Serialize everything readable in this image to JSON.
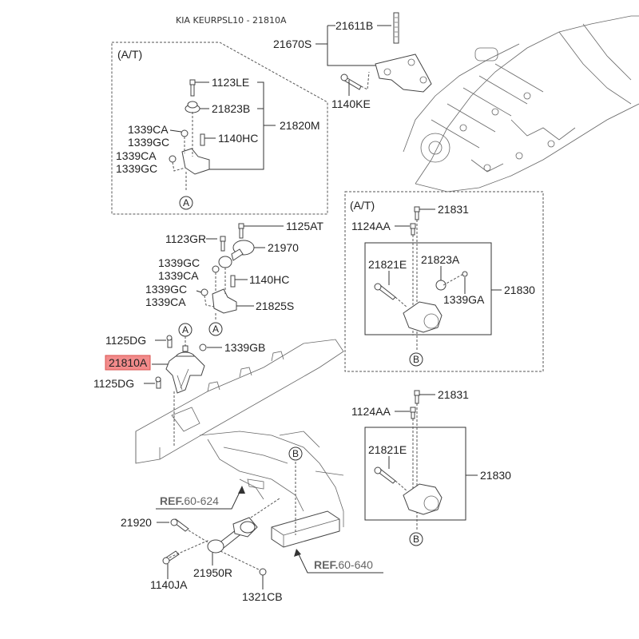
{
  "title": "KIA KEURPSL10 - 21810A",
  "highlighted_part": "21810A",
  "colors": {
    "highlight_fill": "#f28b8b",
    "highlight_stroke": "#d9534f",
    "line": "#333333",
    "ref_text": "#666666"
  },
  "boxes": {
    "at_top_left": {
      "label": "(A/T)"
    },
    "at_right": {
      "label": "(A/T)"
    }
  },
  "callouts": {
    "a": "A",
    "b": "B"
  },
  "labels": {
    "p21611B": "21611B",
    "p21670S": "21670S",
    "p1140KE": "1140KE",
    "p1123LE": "1123LE",
    "p21823B": "21823B",
    "p21820M": "21820M",
    "p1339CA_1": "1339CA",
    "p1339GC_1": "1339GC",
    "p1140HC_1": "1140HC",
    "p1339CA_2": "1339CA",
    "p1339GC_2": "1339GC",
    "p1125AT": "1125AT",
    "p1123GR": "1123GR",
    "p21970": "21970",
    "p1339GC_3": "1339GC",
    "p1339CA_3": "1339CA",
    "p1140HC_2": "1140HC",
    "p1339GC_4": "1339GC",
    "p1339CA_4": "1339CA",
    "p21825S": "21825S",
    "p1125DG_1": "1125DG",
    "p1339GB": "1339GB",
    "p21810A": "21810A",
    "p1125DG_2": "1125DG",
    "p21831_1": "21831",
    "p1124AA_1": "1124AA",
    "p21821E_1": "21821E",
    "p21823A": "21823A",
    "p1339GA": "1339GA",
    "p21830_1": "21830",
    "p21831_2": "21831",
    "p1124AA_2": "1124AA",
    "p21821E_2": "21821E",
    "p21830_2": "21830",
    "p21920": "21920",
    "p21950R": "21950R",
    "p1140JA": "1140JA",
    "p1321CB": "1321CB"
  },
  "refs": {
    "ref1": {
      "prefix": "REF.",
      "code": "60-624"
    },
    "ref2": {
      "prefix": "REF.",
      "code": "60-640"
    }
  }
}
